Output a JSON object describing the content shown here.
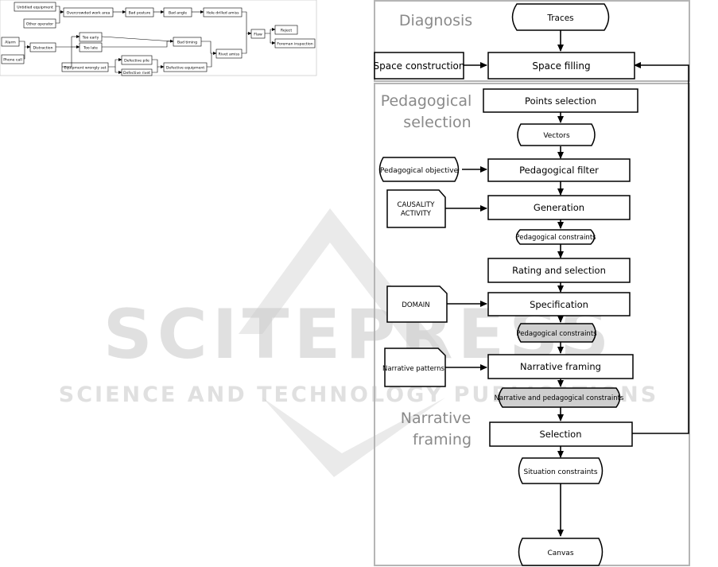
{
  "watermark": {
    "line1": "SCITEPRESS",
    "line2": "SCIENCE AND TECHNOLOGY PUBLICATIONS"
  },
  "fault_tree": {
    "untidied": "Untidied equipment",
    "other_operator": "Other operator",
    "overcrowded": "Overcrowded work area",
    "bad_posture": "Bad posture",
    "bad_angle": "Bad angle",
    "hole_drilled": "Hole drilled amiss",
    "alarm": "Alarm",
    "phone_call": "Phone call",
    "distraction": "Distraction",
    "too_early": "Too early",
    "too_late": "Too late",
    "bad_timing": "Bad timing",
    "rivet_amiss": "Rivet amiss",
    "flaw": "Flaw",
    "reject": "Reject",
    "foreman": "Foreman inspection",
    "equip_wrong": "Equipment wrongly set",
    "def_pile": "Defective pile",
    "def_rivet": "Defective rivet",
    "def_equipment": "Defective equipment"
  },
  "flow": {
    "sections": {
      "diagnosis": "Diagnosis",
      "pedagogical_1": "Pedagogical",
      "pedagogical_2": "selection",
      "narrative_1": "Narrative",
      "narrative_2": "framing"
    },
    "traces": "Traces",
    "space_construction": "Space construction",
    "space_filling": "Space filling",
    "points_selection": "Points selection",
    "vectors": "Vectors",
    "ped_objective": "Pedagogical objective",
    "ped_filter": "Pedagogical filter",
    "causality_1": "CAUSALITY",
    "causality_2": "ACTIVITY",
    "generation": "Generation",
    "ped_constraints_1": "Pedagogical constraints",
    "rating": "Rating and selection",
    "domain": "DOMAIN",
    "specification": "Specification",
    "ped_constraints_2": "Pedagogical constraints",
    "narrative_patterns": "Narrative patterns",
    "narrative_framing": "Narrative framing",
    "nar_ped_constraints": "Narrative and pedagogical constraints",
    "selection": "Selection",
    "situation_constraints": "Situation constraints",
    "canvas": "Canvas"
  }
}
